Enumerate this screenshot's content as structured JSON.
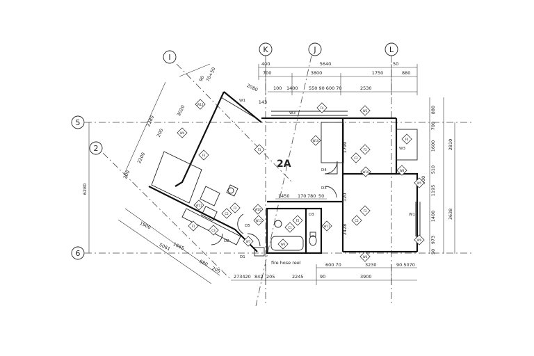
{
  "unit_label": "2A",
  "grid_labels": {
    "k": "K",
    "j": "J",
    "l": "L",
    "i": "I",
    "five": "5",
    "two": "2",
    "six": "6"
  },
  "dims": {
    "top_400": "400",
    "top_5640": "5640",
    "top_50": "50",
    "top_700": "700",
    "top_3800": "3800",
    "top_1750": "1750",
    "top_880": "880",
    "top_100": "100",
    "top_1400": "1400",
    "top_550": "550 90 600 70",
    "top_2530": "2530",
    "left_6280": "6280",
    "right_880": "880",
    "right_700": "700",
    "right_1600": "1600",
    "right_2810": "2810",
    "right_510": "510",
    "right_900": "900",
    "right_1195": "1195",
    "right_1400": "1400",
    "right_3638": "3638",
    "right_973": "973",
    "right_50": "50",
    "bot_600": "600 70",
    "bot_3230": "3230",
    "bot_90": "90.5070",
    "bot_273": "273420",
    "bot_842": "842",
    "bot_205": "205",
    "bot_2245": "2245",
    "bot_90b": "90",
    "bot_3900": "3900",
    "mid_1450": "1450",
    "mid_170": "170",
    "mid_780": "780",
    "mid_50": "50",
    "mid_120": "120",
    "mid_2428": "2428",
    "mid_1790": "1790",
    "diag_3020": "3020",
    "diag_2380": "2380",
    "diag_2200": "2200",
    "diag_200": "200",
    "diag_2080": "2080",
    "diag_90": "90",
    "diag_70": "70+50",
    "diag_1900": "1900",
    "diag_1665": "1665",
    "diag_5061": "5061",
    "diag_880": "880",
    "diag_205": "205",
    "diag_200b": "200",
    "diag_143": "143"
  },
  "doors": {
    "d1": "D1",
    "d2": "D2",
    "d3": "D3",
    "d4": "D4",
    "d5": "D5"
  },
  "windows": {
    "w1a": "W1",
    "w1b": "W1",
    "w3a": "W3",
    "w3b": "W3"
  },
  "tags": {
    "w12": "W12",
    "w4": "W4",
    "f3a": "F3",
    "w10": "W10",
    "c2": "C2",
    "w2": "W2",
    "f4": "F4",
    "w11": "W11",
    "f2": "F2",
    "c1": "C1",
    "w8": "W8",
    "w5": "W5",
    "w9": "W9",
    "f1": "F1",
    "c3": "C3",
    "w6": "W6",
    "w7": "W7",
    "fw": "W10"
  },
  "notes": {
    "fire": "fire hose reel"
  }
}
